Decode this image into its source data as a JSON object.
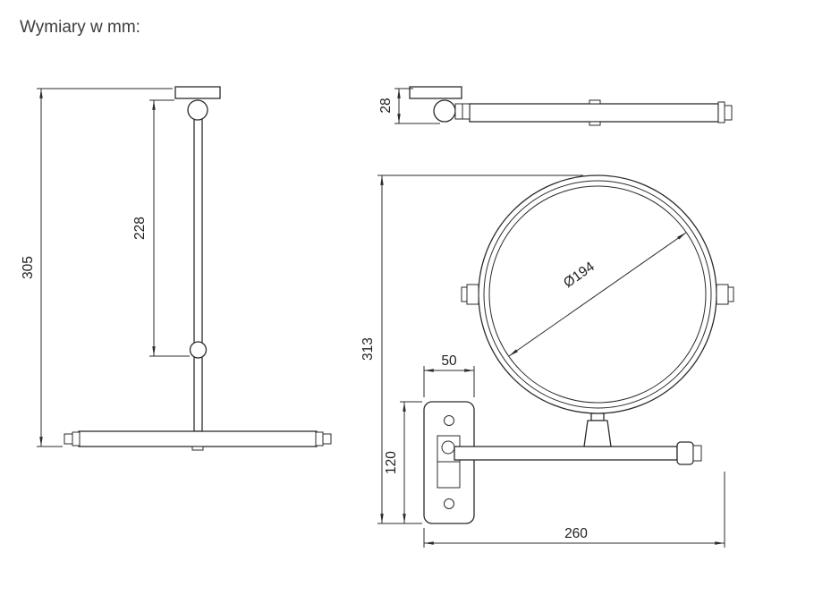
{
  "title": "Wymiary w mm:",
  "dimensions": {
    "overall_height": "305",
    "rod_length": "228",
    "bar_diameter": "28",
    "total_height": "313",
    "mirror_diameter": "Ø194",
    "plate_width": "50",
    "plate_height": "120",
    "arm_reach": "260"
  }
}
